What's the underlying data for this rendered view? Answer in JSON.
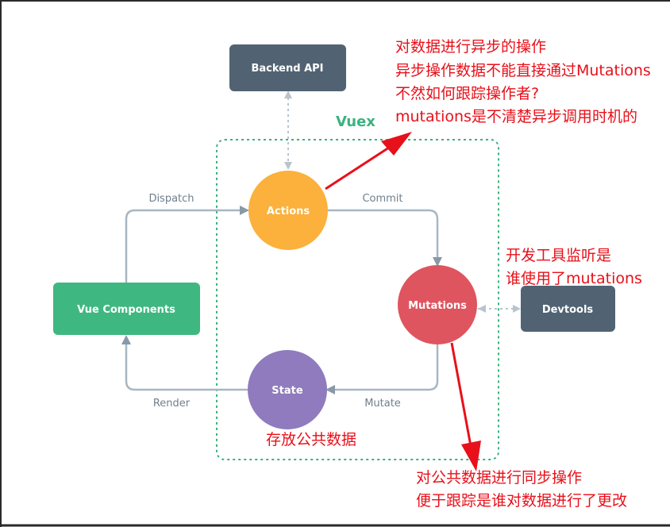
{
  "nodes": {
    "backend": "Backend API",
    "actions": "Actions",
    "mutations": "Mutations",
    "state": "State",
    "vue_components": "Vue Components",
    "devtools": "Devtools"
  },
  "container_label": "Vuex",
  "edges": {
    "dispatch": "Dispatch",
    "commit": "Commit",
    "mutate": "Mutate",
    "render": "Render"
  },
  "annotations": {
    "actions": [
      "对数据进行异步的操作",
      "异步操作数据不能直接通过Mutations",
      "不然如何跟踪操作者?",
      "mutations是不清楚异步调用时机的"
    ],
    "devtools": [
      "开发工具监听是",
      "谁使用了mutations"
    ],
    "state": "存放公共数据",
    "mutations": [
      "对公共数据进行同步操作",
      "便于跟踪是谁对数据进行了更改"
    ]
  },
  "colors": {
    "actions": "#fbb13c",
    "mutations": "#de5560",
    "state": "#8f7bbd",
    "vue_components": "#3eb880",
    "dark_box": "#516373",
    "vuex_border": "#3ab27f",
    "edge": "#a8b6c2",
    "annotation": "#e8101a"
  }
}
